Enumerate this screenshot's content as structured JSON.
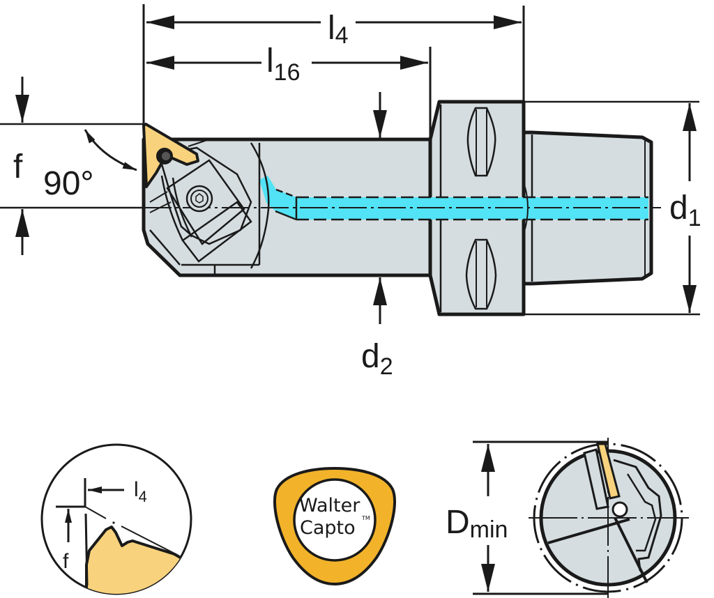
{
  "diagram": {
    "title": "Walter Capto boring bar with 90° insert holder",
    "colors": {
      "outline": "#1a1a1a",
      "body_fill": "#d5dde0",
      "insert_fill": "#f8d27d",
      "coolant_fill": "#52e3f6",
      "logo_ring": "#f2b32a",
      "background": "#ffffff"
    },
    "dimensions": {
      "l4": {
        "symbol": "l",
        "subscript": "4"
      },
      "l16": {
        "symbol": "l",
        "subscript": "16"
      },
      "f": {
        "symbol": "f"
      },
      "angle": {
        "text": "90°"
      },
      "d1": {
        "symbol": "d",
        "subscript": "1"
      },
      "d2": {
        "symbol": "d",
        "subscript": "2"
      }
    },
    "detail_view": {
      "l4": {
        "symbol": "l",
        "subscript": "4"
      },
      "f": {
        "symbol": "f"
      }
    },
    "logo": {
      "line1": "Walter",
      "line2": "Capto",
      "trademark": "TM"
    },
    "end_view": {
      "dmin": {
        "symbol": "D",
        "subscript": "min"
      }
    }
  }
}
